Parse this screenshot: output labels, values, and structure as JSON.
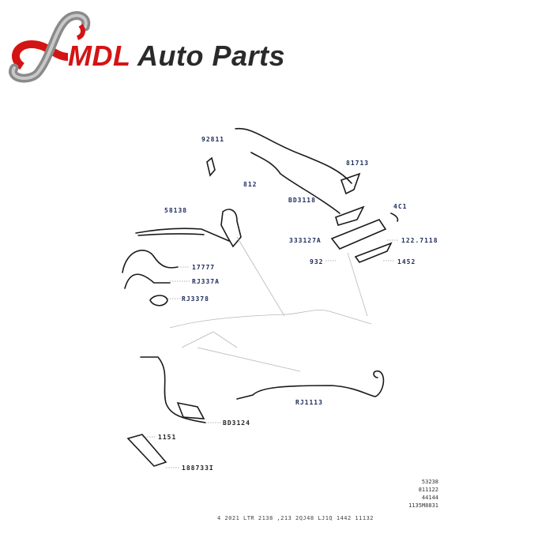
{
  "brand": {
    "name_part1": "MDL",
    "name_part2": " Auto Parts",
    "colors": {
      "red": "#d41414",
      "dark": "#2a2a2a",
      "silver": "#9a9a9a"
    }
  },
  "diagram": {
    "title": "Parts exploded diagram",
    "callouts": [
      {
        "id": "c1",
        "text": "92811"
      },
      {
        "id": "c2",
        "text": "812"
      },
      {
        "id": "c3",
        "text": "58138"
      },
      {
        "id": "c4",
        "text": "81713"
      },
      {
        "id": "c5",
        "text": "BD3118"
      },
      {
        "id": "c6",
        "text": "4C1"
      },
      {
        "id": "c7",
        "text": "333127A"
      },
      {
        "id": "c8",
        "text": "122.7118"
      },
      {
        "id": "c9",
        "text": "932"
      },
      {
        "id": "c10",
        "text": "1452"
      },
      {
        "id": "c11",
        "text": "17777"
      },
      {
        "id": "c12",
        "text": "RJ337A"
      },
      {
        "id": "c13",
        "text": "RJ3378"
      },
      {
        "id": "c14",
        "text": "RJ1113"
      },
      {
        "id": "c15",
        "text": "BD3124"
      },
      {
        "id": "c16",
        "text": "1151"
      },
      {
        "id": "c17",
        "text": "188733I"
      }
    ],
    "legend": [
      "53238",
      "811122",
      "44144",
      "1135M8831"
    ],
    "footer": "4 2021 LTR 2138 ,213 2QJ48 LJ1Q 1442 11132"
  }
}
